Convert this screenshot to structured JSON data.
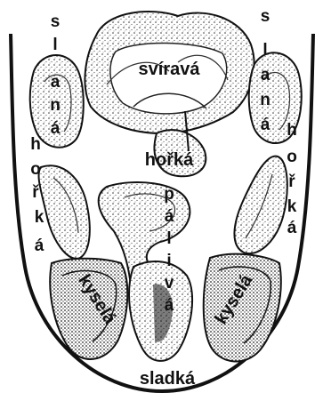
{
  "diagram": {
    "labels": {
      "svirava": "svíravá",
      "horka_center": "hořká",
      "palive": [
        "p",
        "á",
        "l",
        "i",
        "v",
        "á"
      ],
      "sladka": "sladká",
      "kysela_left": "kyselá",
      "kysela_right": "kyselá",
      "slana_left": [
        "s",
        "l",
        "a",
        "n",
        "á"
      ],
      "slana_right": [
        "s",
        "l",
        "a",
        "n",
        "á"
      ],
      "horka_left": [
        "h",
        "o",
        "ř",
        "k",
        "á"
      ],
      "horka_right": [
        "h",
        "o",
        "ř",
        "k",
        "á"
      ]
    }
  }
}
